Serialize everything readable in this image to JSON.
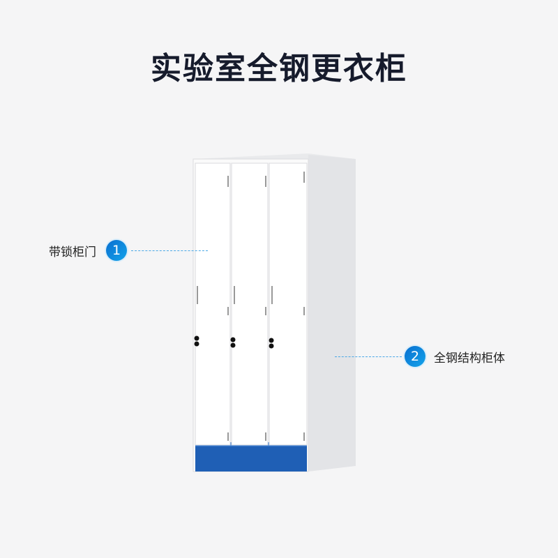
{
  "title": "实验室全钢更衣柜",
  "callouts": [
    {
      "number": "1",
      "label": "带锁柜门"
    },
    {
      "number": "2",
      "label": "全钢结构柜体"
    }
  ],
  "colors": {
    "accent": "#1078d4",
    "base": "#1f5fb5"
  }
}
